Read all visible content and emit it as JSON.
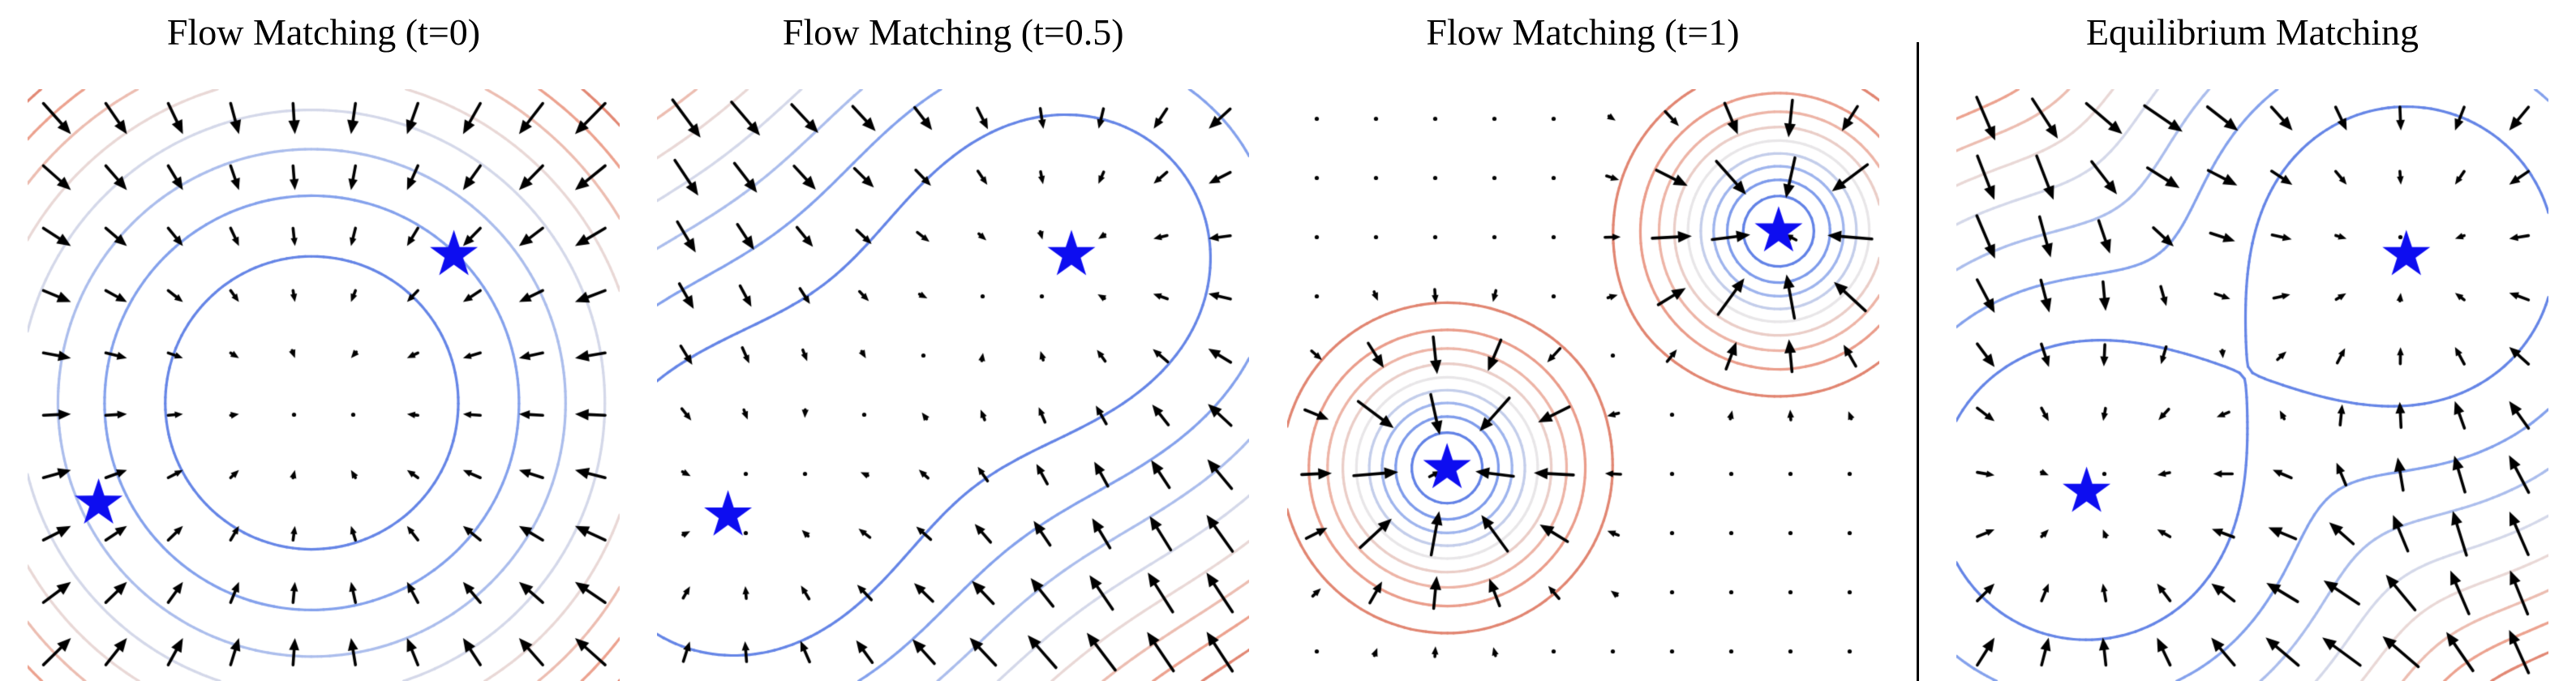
{
  "figure": {
    "background": "#ffffff",
    "divider_color": "#000000",
    "star_color": "#0d0df0",
    "arrow_color": "#000000",
    "title_color": "#000000"
  },
  "chart_data": {
    "type": "quiver-contour-multipanel",
    "description": "Four vector-field panels with coolwarm potential contours, black quiver arrows and blue star markers at data modes; vertical rule separates Flow Matching panels from Equilibrium Matching panel.",
    "colormap": {
      "name": "coolwarm-pastel",
      "stops": [
        [
          0.0,
          70,
          105,
          224
        ],
        [
          0.25,
          140,
          168,
          238
        ],
        [
          0.5,
          232,
          230,
          232
        ],
        [
          0.75,
          238,
          168,
          150
        ],
        [
          1.0,
          216,
          110,
          88
        ]
      ]
    },
    "panels": [
      {
        "title": "Flow Matching (t=0)",
        "field": {
          "kind": "quad",
          "centers": [
            [
              0.48,
              0.47
            ]
          ],
          "sigma": 0.45
        },
        "stars": [
          [
            0.12,
            0.3
          ],
          [
            0.72,
            0.72
          ]
        ],
        "contour_levels": 8,
        "arrow_grid": 10,
        "arrow_scale": 16,
        "arrow_max": 58,
        "dot_threshold": 6
      },
      {
        "title": "Flow Matching (t=0.5)",
        "field": {
          "kind": "mixlog",
          "centers": [
            [
              0.12,
              0.28
            ],
            [
              0.7,
              0.72
            ]
          ],
          "sigma": 0.3
        },
        "stars": [
          [
            0.12,
            0.28
          ],
          [
            0.7,
            0.72
          ]
        ],
        "contour_levels": 8,
        "arrow_grid": 10,
        "arrow_scale": 105,
        "arrow_max": 58,
        "dot_threshold": 6
      },
      {
        "title": "Flow Matching (t=1)",
        "field": {
          "kind": "mixden",
          "centers": [
            [
              0.27,
              0.36
            ],
            [
              0.83,
              0.76
            ]
          ],
          "sigma": 0.13
        },
        "stars": [
          [
            0.27,
            0.36
          ],
          [
            0.83,
            0.76
          ]
        ],
        "contour_levels": 9,
        "arrow_grid": 10,
        "arrow_scale": 12,
        "arrow_max": 55,
        "dot_threshold": 6
      },
      {
        "title": "Equilibrium Matching",
        "field": {
          "kind": "mixlog",
          "centers": [
            [
              0.22,
              0.32
            ],
            [
              0.76,
              0.72
            ]
          ],
          "sigma": 0.19
        },
        "stars": [
          [
            0.22,
            0.32
          ],
          [
            0.76,
            0.72
          ]
        ],
        "contour_levels": 8,
        "arrow_grid": 10,
        "arrow_scale": 125,
        "arrow_max": 58,
        "dot_threshold": 6
      }
    ]
  }
}
